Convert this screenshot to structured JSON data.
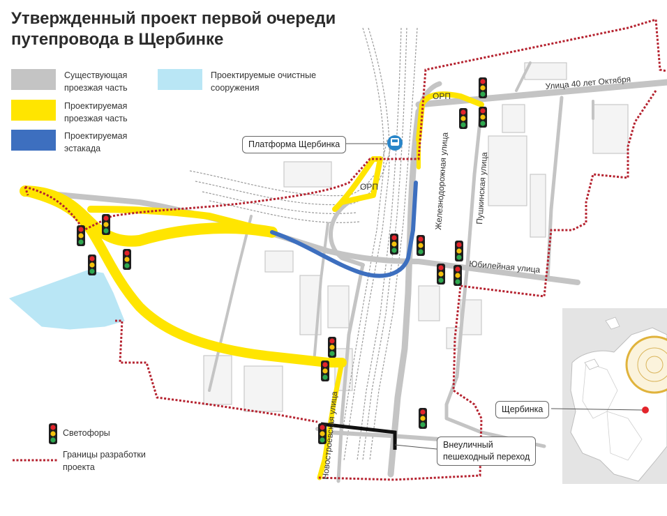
{
  "title": "Утвержденный проект первой очереди\nпутепровода в Щербинке",
  "legend": {
    "existing_road": {
      "label": "Существующая\nпроезжая часть",
      "color": "#c4c4c4"
    },
    "projected_road": {
      "label": "Проектируемая\nпроезжая часть",
      "color": "#ffe500"
    },
    "projected_overpass": {
      "label": "Проектируемая\nэстакада",
      "color": "#3d6fbf"
    },
    "treatment_facilities": {
      "label": "Проектируемые очистные\nсооружения",
      "color": "#b9e6f5"
    },
    "traffic_lights": {
      "label": "Светофоры"
    },
    "project_boundary": {
      "label": "Границы разработки\nпроекта",
      "color": "#b5222f"
    }
  },
  "streets": {
    "ulitsa_40_let": "Улица 40 лет Октября",
    "zheleznodorozhnaya": "Железнодорожная улица",
    "pushkinskaya": "Пушкинская улица",
    "yubileynaya": "Юбилейная улица",
    "novostroevskaya": "Новостроевская улица"
  },
  "labels": {
    "orp_top": "ОРП",
    "orp_mid": "ОРП"
  },
  "callouts": {
    "platform": "Платформа Щербинка",
    "underpass": "Внеуличный\nпешеходный переход",
    "inset_city": "Щербинка"
  },
  "colors": {
    "existing_road": "#c4c4c4",
    "projected_road": "#ffe500",
    "overpass": "#3d6fbf",
    "water": "#b9e6f5",
    "boundary": "#b5222f",
    "railway": "#9a9a9a",
    "inset_bg": "#e4e4e4",
    "inset_moscow_ring": "#e0b33c",
    "inset_marker": "#e3242b"
  },
  "icons": {
    "traffic_light": "traffic-light-icon",
    "train_station": "train-icon"
  }
}
